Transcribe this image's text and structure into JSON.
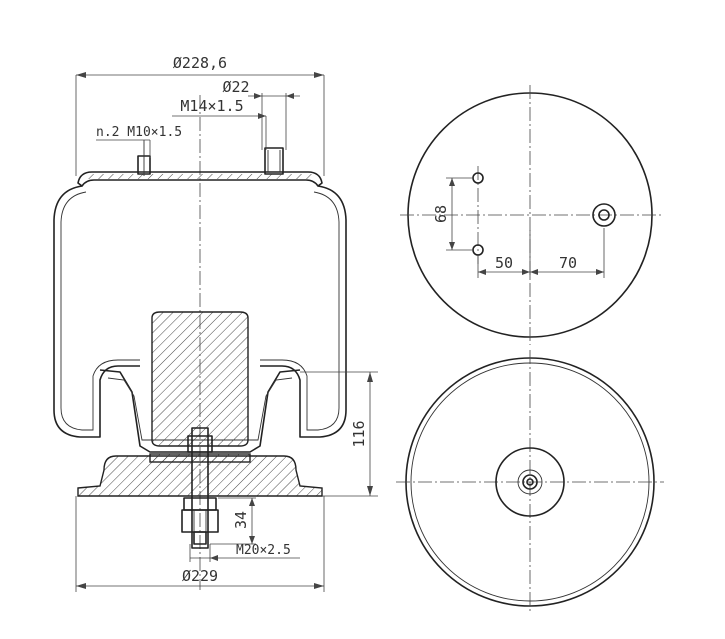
{
  "dimensions": {
    "top_diameter": "Ø228,6",
    "port_diameter": "Ø22",
    "port_thread": "M14×1.5",
    "stud_thread": "n.2  M10×1.5",
    "height": "116",
    "bottom_diameter": "Ø229",
    "bottom_thread": "M20×2.5",
    "stud_length": "34",
    "top_view_vertical": "68",
    "top_view_offset_a": "50",
    "top_view_offset_b": "70"
  },
  "colors": {
    "line": "#222222",
    "background": "#ffffff"
  }
}
